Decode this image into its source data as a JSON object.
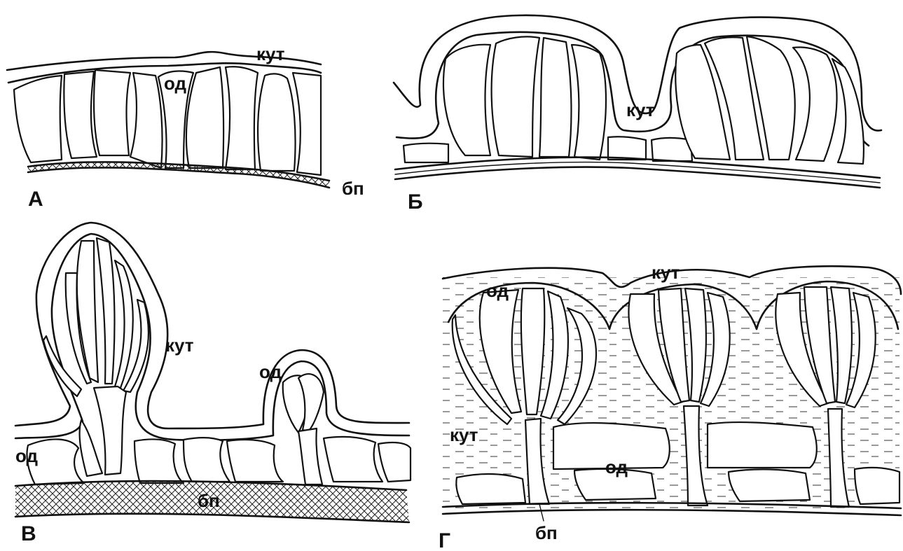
{
  "panels": [
    {
      "letter": "А",
      "labels": {
        "cuticle": "кут",
        "odontoblasts": "од",
        "basal_membrane": "бп"
      }
    },
    {
      "letter": "Б",
      "labels": {
        "cuticle": "кут"
      }
    },
    {
      "letter": "В",
      "labels": {
        "cuticle": "кут",
        "odontoblasts_top": "од",
        "odontoblasts_left": "од",
        "basal_membrane": "бп"
      }
    },
    {
      "letter": "Г",
      "labels": {
        "cuticle_top": "кут",
        "cuticle_left": "кут",
        "odontoblasts_top": "од",
        "odontoblasts_bottom": "од",
        "basal_membrane": "бп"
      }
    }
  ],
  "style": {
    "ink": "#111111",
    "background": "#ffffff"
  }
}
